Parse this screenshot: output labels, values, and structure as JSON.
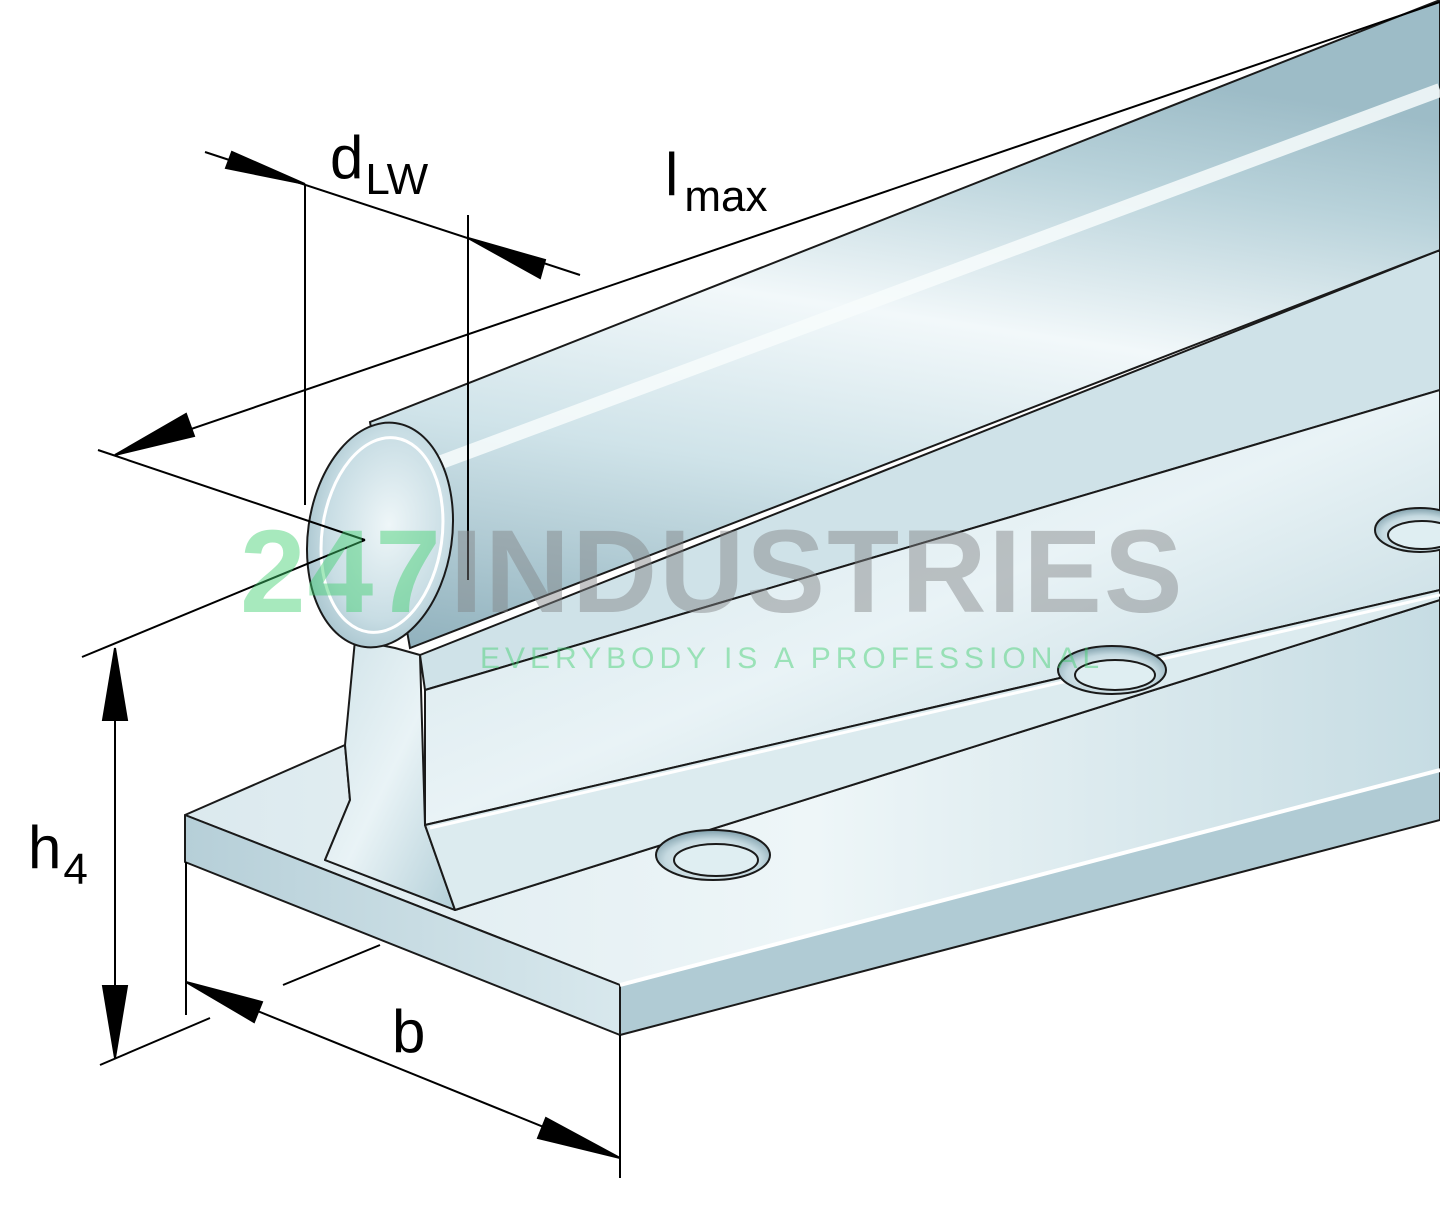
{
  "diagram": {
    "labels": {
      "d_main": "d",
      "d_sub": "LW",
      "l_main": "l",
      "l_sub": "max",
      "h_main": "h",
      "h_sub": "4",
      "b": "b"
    },
    "watermark": {
      "number": "247",
      "name": "INDUSTRIES",
      "tagline": "EVERYBODY IS A PROFESSIONAL"
    },
    "colors": {
      "steel_light": "#e6f1f4",
      "steel_mid": "#bcd6de",
      "steel_dark": "#93b4bf",
      "outline": "#1a1a1a",
      "watermark_green": "#3ecf6e",
      "watermark_gray": "#808284"
    }
  }
}
